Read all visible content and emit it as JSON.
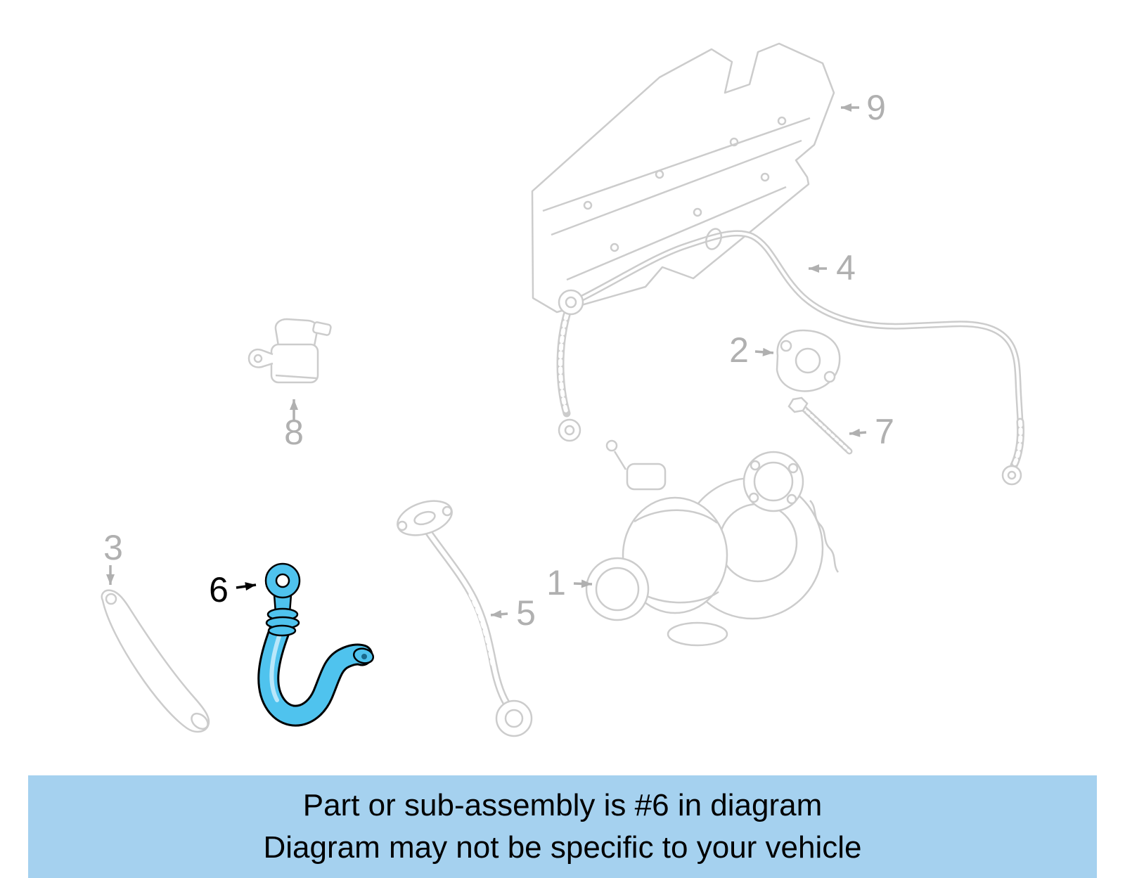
{
  "diagram": {
    "line_color": "#cccccc",
    "label_color": "#b0b0b0",
    "highlight_color": "#4fc3ee",
    "highlight_outline": "#000000",
    "labels": {
      "p1": "1",
      "p2": "2",
      "p3": "3",
      "p4": "4",
      "p5": "5",
      "p6": "6",
      "p7": "7",
      "p8": "8",
      "p9": "9"
    }
  },
  "banner": {
    "background_color": "#a5d1ef",
    "line1": "Part or sub-assembly is #6 in diagram",
    "line2": "Diagram may not be specific to your vehicle"
  }
}
